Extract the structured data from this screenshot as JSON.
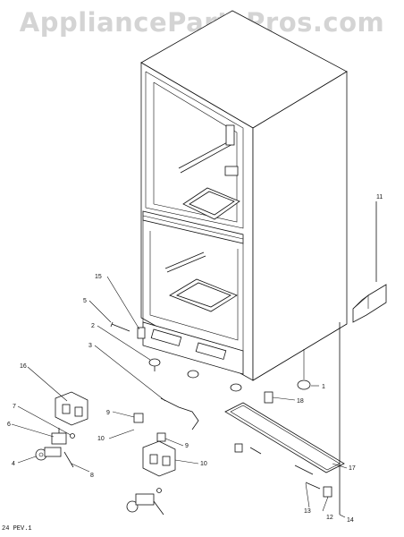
{
  "watermark": "AppliancePartsPros.com",
  "footer_code": "24 PEV.1",
  "callouts": {
    "c1": "1",
    "c2": "2",
    "c3": "3",
    "c4": "4",
    "c5": "5",
    "c6": "6",
    "c7": "7",
    "c8": "8",
    "c9a": "9",
    "c9b": "9",
    "c10a": "10",
    "c10b": "10",
    "c11": "11",
    "c12": "12",
    "c13": "13",
    "c14": "14",
    "c15": "15",
    "c16": "16",
    "c17": "17",
    "c18": "18"
  }
}
